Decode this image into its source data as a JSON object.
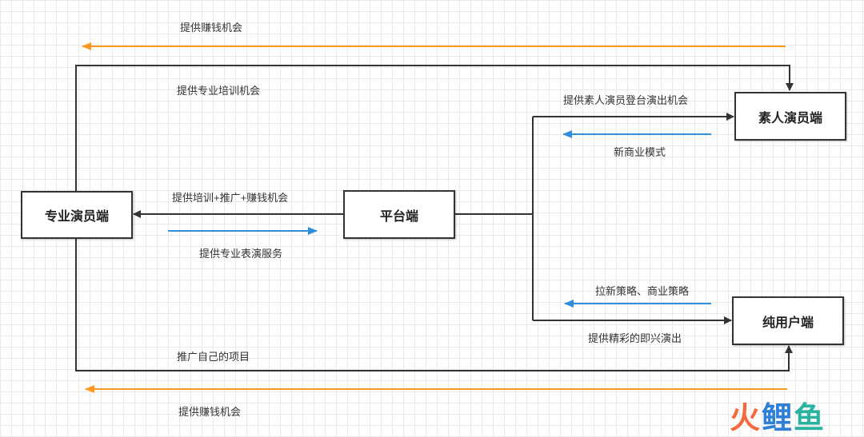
{
  "colors": {
    "orange": "#ff9a1f",
    "blue": "#2f8fdf",
    "dark": "#333333"
  },
  "nodes": {
    "pro": "专业演员端",
    "platform": "平台端",
    "amateur": "素人演员端",
    "user": "纯用户端"
  },
  "labels": {
    "top_money": "提供赚钱机会",
    "pro_training": "提供专业培训机会",
    "amateur_stage": "提供素人演员登台演出机会",
    "new_business": "新商业模式",
    "platform_to_pro": "提供培训+推广+赚钱机会",
    "pro_service": "提供专业表演服务",
    "growth_strategy": "拉新策略、商业策略",
    "improv_show": "提供精彩的即兴演出",
    "promote_project": "推广自己的项目",
    "bottom_money": "提供赚钱机会"
  },
  "watermark": {
    "c1": "火",
    "c2": "鲤",
    "c3": "鱼"
  }
}
